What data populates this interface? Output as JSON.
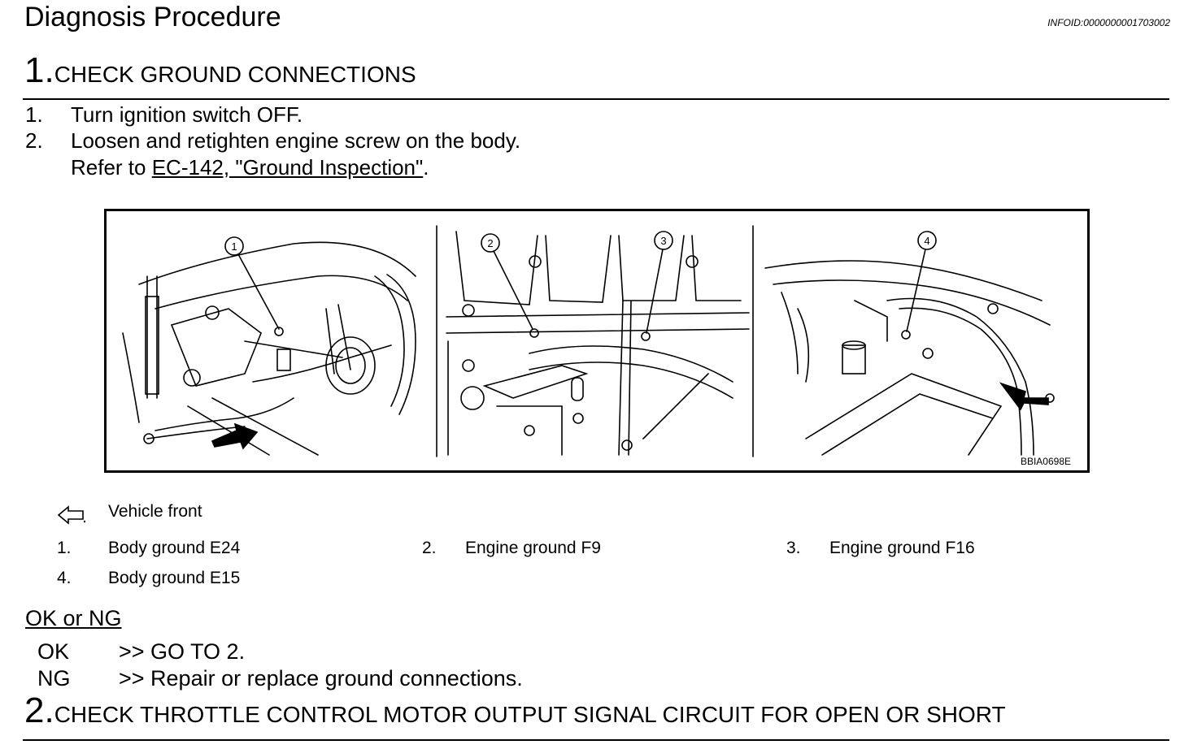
{
  "header": {
    "title": "Diagnosis Procedure",
    "infoid": "INFOID:0000000001703002"
  },
  "step1": {
    "number": "1.",
    "title": "CHECK GROUND CONNECTIONS",
    "instructions": [
      {
        "num": "1.",
        "text": "Turn ignition switch OFF."
      },
      {
        "num": "2.",
        "text": "Loosen and retighten engine screw on the body."
      }
    ],
    "refer_prefix": "Refer to ",
    "refer_link": "EC-142, \"Ground Inspection\"",
    "refer_suffix": "."
  },
  "figure": {
    "code": "BBIA0698E",
    "callouts": [
      "1",
      "2",
      "3",
      "4"
    ]
  },
  "legend": {
    "arrow_label": "Vehicle front",
    "items": [
      {
        "num": "1.",
        "label": "Body ground E24"
      },
      {
        "num": "2.",
        "label": "Engine ground F9"
      },
      {
        "num": "3.",
        "label": "Engine ground F16"
      },
      {
        "num": "4.",
        "label": "Body ground E15"
      }
    ]
  },
  "result": {
    "heading": "OK or NG",
    "rows": [
      {
        "key": "OK",
        "action": ">> GO TO 2."
      },
      {
        "key": "NG",
        "action": ">> Repair or replace ground connections."
      }
    ]
  },
  "step2": {
    "number": "2.",
    "title": "CHECK THROTTLE CONTROL MOTOR OUTPUT SIGNAL CIRCUIT FOR OPEN OR SHORT"
  }
}
